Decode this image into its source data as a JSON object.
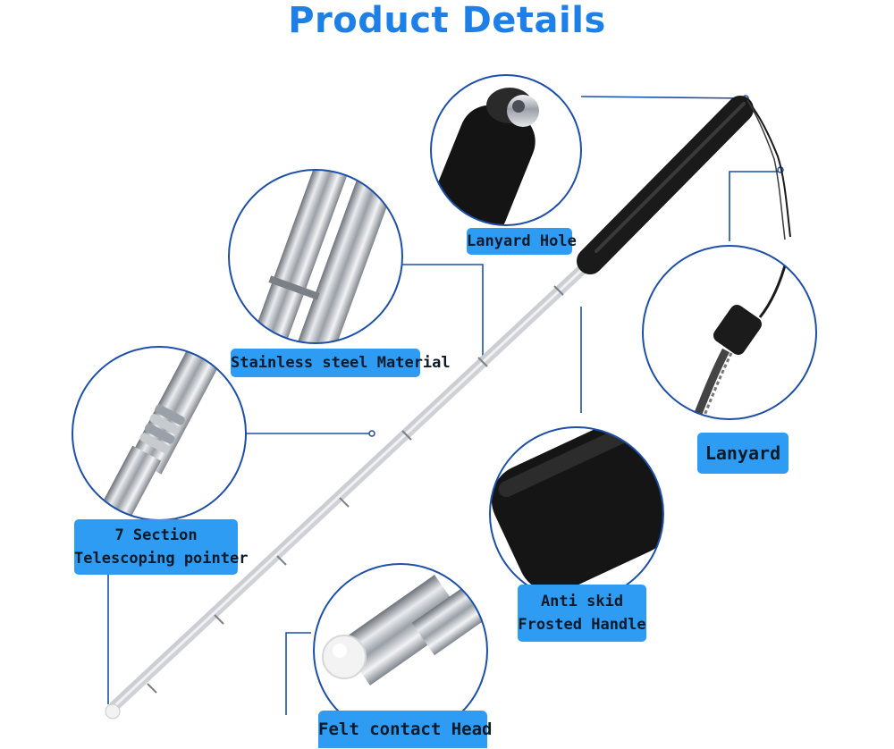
{
  "title": "Product Details",
  "labels": {
    "lanyard_hole": "Lanyard Hole",
    "stainless": "Stainless steel Material",
    "lanyard": "Lanyard",
    "section_line1": "7 Section",
    "section_line2": "Telescoping pointer",
    "antiskid_line1": "Anti skid",
    "antiskid_line2": "Frosted Handle",
    "felt_head": "Felt contact Head"
  },
  "colors": {
    "accent": "#1e80e6",
    "label_bg": "#2e9cf2",
    "connector": "#1d4fa8",
    "foam": "#151515",
    "steel": "#c9ccd1"
  }
}
